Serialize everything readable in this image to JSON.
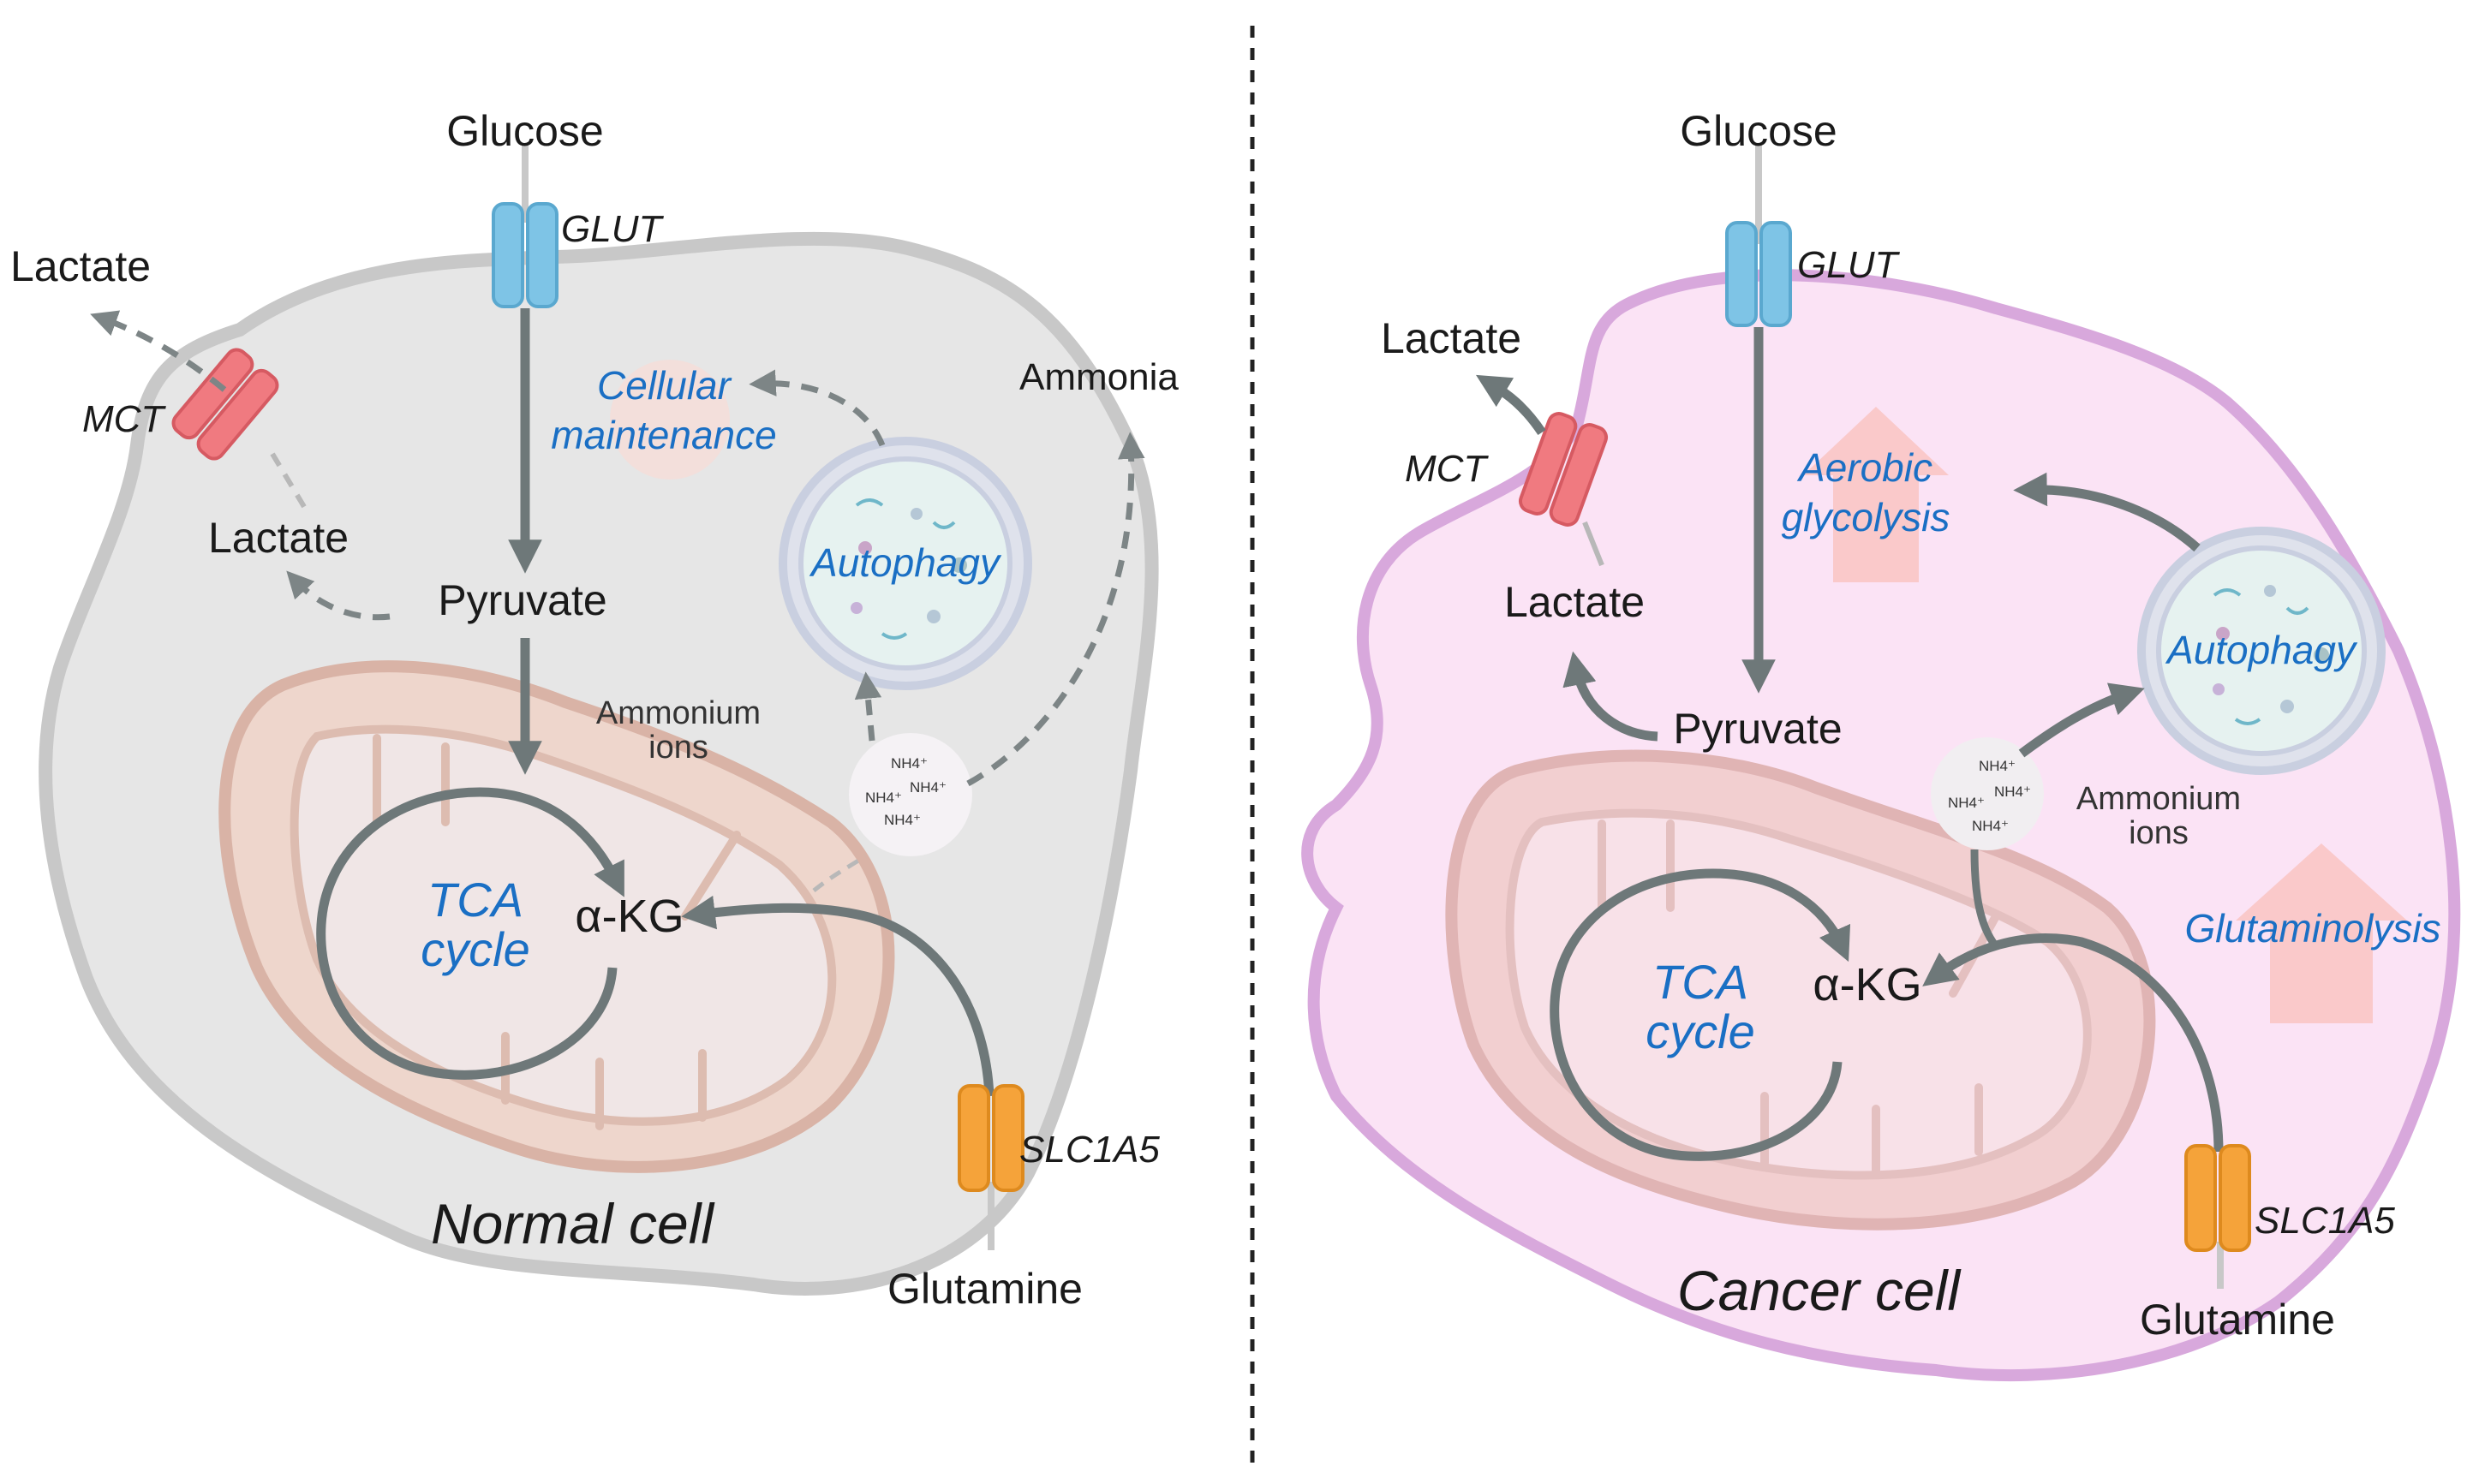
{
  "colors": {
    "normal_cell_fill": "#e6e6e6",
    "normal_cell_border": "#c8c8c8",
    "cancer_cell_fill": "#fbe3f5",
    "cancer_cell_border": "#d8a8dc",
    "mitochondrion": "#e9cbc0",
    "arrow": "#6e7879",
    "process_text": "#1a6fc4",
    "glut": "#7ec4e6",
    "mct": "#f07a80",
    "slc1a5": "#f5a33a",
    "upregulation_arrow": "#f9c4c2"
  },
  "icons": [
    "glucose-transporter-icon",
    "lactate-transporter-icon",
    "glutamine-transporter-icon",
    "autophagosome-icon",
    "mitochondrion-icon",
    "ammonium-cluster-icon",
    "upregulation-arrow-icon"
  ],
  "divider": "dashed-vertical",
  "normal": {
    "glucose": "Glucose",
    "glut": "GLUT",
    "lactate_out": "Lactate",
    "mct": "MCT",
    "lactate_in": "Lactate",
    "pyruvate": "Pyruvate",
    "cellular_maintenance_1": "Cellular",
    "cellular_maintenance_2": "maintenance",
    "ammonia": "Ammonia",
    "autophagy": "Autophagy",
    "ammonium_1": "Ammonium",
    "ammonium_2": "ions",
    "nh4": "NH4⁺",
    "tca_1": "TCA",
    "tca_2": "cycle",
    "akg": "α-KG",
    "slc1a5": "SLC1A5",
    "glutamine": "Glutamine",
    "title": "Normal cell"
  },
  "cancer": {
    "glucose": "Glucose",
    "glut": "GLUT",
    "lactate_out": "Lactate",
    "mct": "MCT",
    "lactate_in": "Lactate",
    "pyruvate": "Pyruvate",
    "aerobic_1": "Aerobic",
    "aerobic_2": "glycolysis",
    "autophagy": "Autophagy",
    "ammonium_1": "Ammonium",
    "ammonium_2": "ions",
    "nh4": "NH4⁺",
    "glutaminolysis": "Glutaminolysis",
    "tca_1": "TCA",
    "tca_2": "cycle",
    "akg": "α-KG",
    "slc1a5": "SLC1A5",
    "glutamine": "Glutamine",
    "title": "Cancer cell"
  }
}
